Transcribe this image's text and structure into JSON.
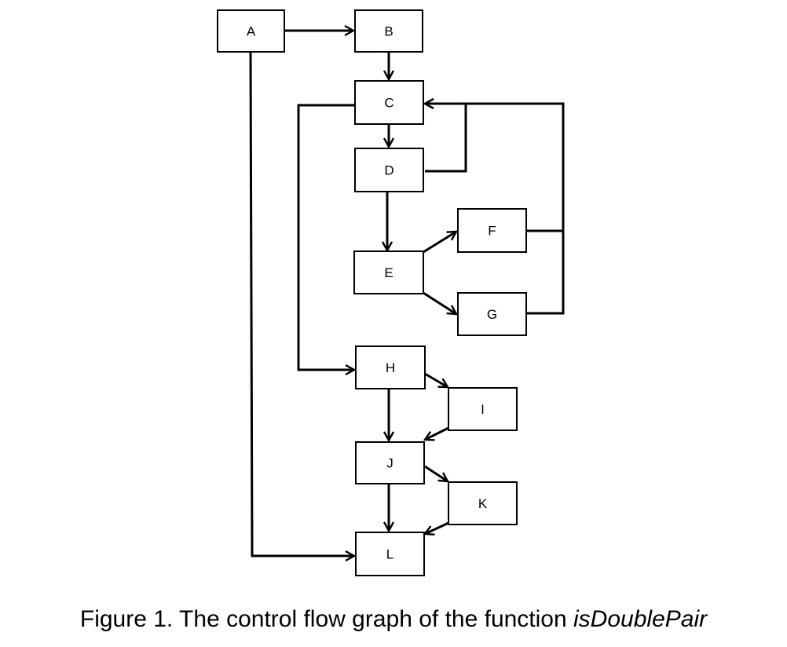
{
  "caption": {
    "prefix": "Figure 1. The control flow graph of the function ",
    "function_name": "isDoublePair"
  },
  "nodes": [
    {
      "id": "A",
      "label": "A"
    },
    {
      "id": "B",
      "label": "B"
    },
    {
      "id": "C",
      "label": "C"
    },
    {
      "id": "D",
      "label": "D"
    },
    {
      "id": "E",
      "label": "E"
    },
    {
      "id": "F",
      "label": "F"
    },
    {
      "id": "G",
      "label": "G"
    },
    {
      "id": "H",
      "label": "H"
    },
    {
      "id": "I",
      "label": "I"
    },
    {
      "id": "J",
      "label": "J"
    },
    {
      "id": "K",
      "label": "K"
    },
    {
      "id": "L",
      "label": "L"
    }
  ],
  "edges": [
    {
      "from": "A",
      "to": "B"
    },
    {
      "from": "A",
      "to": "L"
    },
    {
      "from": "B",
      "to": "C"
    },
    {
      "from": "C",
      "to": "D"
    },
    {
      "from": "C",
      "to": "H"
    },
    {
      "from": "D",
      "to": "C"
    },
    {
      "from": "D",
      "to": "E"
    },
    {
      "from": "E",
      "to": "F"
    },
    {
      "from": "E",
      "to": "G"
    },
    {
      "from": "F",
      "to": "C"
    },
    {
      "from": "G",
      "to": "C"
    },
    {
      "from": "H",
      "to": "I"
    },
    {
      "from": "H",
      "to": "J"
    },
    {
      "from": "I",
      "to": "J"
    },
    {
      "from": "J",
      "to": "K"
    },
    {
      "from": "J",
      "to": "L"
    },
    {
      "from": "K",
      "to": "L"
    }
  ]
}
